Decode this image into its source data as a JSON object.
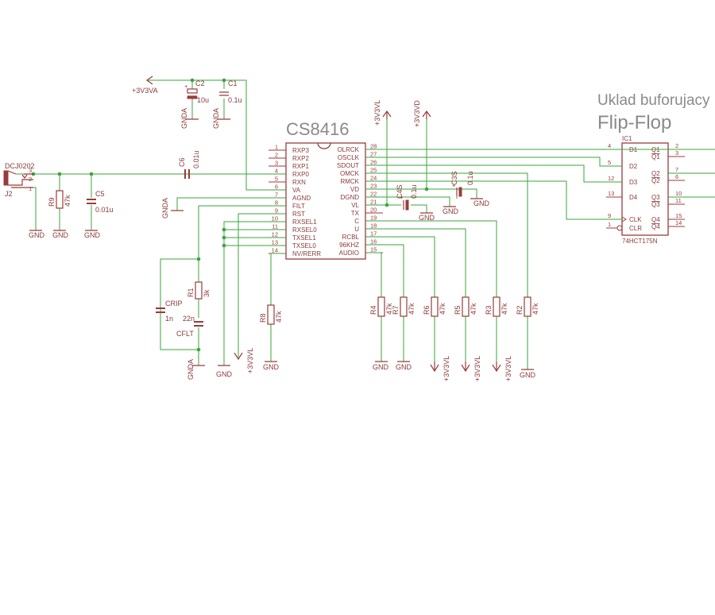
{
  "titles": {
    "line1": "Uklad buforujacy",
    "line2": "Flip-Flop"
  },
  "main_ic": {
    "name": "CS8416",
    "left_pins": [
      {
        "num": "1",
        "name": "RXP3"
      },
      {
        "num": "2",
        "name": "RXP2"
      },
      {
        "num": "3",
        "name": "RXP1"
      },
      {
        "num": "4",
        "name": "RXP0"
      },
      {
        "num": "5",
        "name": "RXN"
      },
      {
        "num": "6",
        "name": "VA"
      },
      {
        "num": "7",
        "name": "AGND"
      },
      {
        "num": "8",
        "name": "FILT"
      },
      {
        "num": "9",
        "name": "RST"
      },
      {
        "num": "10",
        "name": "RXSEL1"
      },
      {
        "num": "11",
        "name": "RXSEL0"
      },
      {
        "num": "12",
        "name": "TXSEL1"
      },
      {
        "num": "13",
        "name": "TXSEL0"
      },
      {
        "num": "14",
        "name": "NV/RERR"
      }
    ],
    "right_pins": [
      {
        "num": "28",
        "name": "OLRCK"
      },
      {
        "num": "27",
        "name": "OSCLK"
      },
      {
        "num": "26",
        "name": "SDOUT"
      },
      {
        "num": "25",
        "name": "OMCK"
      },
      {
        "num": "24",
        "name": "RMCK"
      },
      {
        "num": "23",
        "name": "VD"
      },
      {
        "num": "22",
        "name": "DGND"
      },
      {
        "num": "21",
        "name": "VL"
      },
      {
        "num": "20",
        "name": "TX"
      },
      {
        "num": "19",
        "name": "C"
      },
      {
        "num": "18",
        "name": "U"
      },
      {
        "num": "17",
        "name": "RCBL"
      },
      {
        "num": "16",
        "name": "96KHZ"
      },
      {
        "num": "15",
        "name": "AUDIO"
      }
    ]
  },
  "ff_ic": {
    "ref": "IC1",
    "part": "74HCT175N",
    "left_pins": [
      {
        "num": "4",
        "name": "D1"
      },
      {
        "num": "5",
        "name": "D2"
      },
      {
        "num": "12",
        "name": "D3"
      },
      {
        "num": "13",
        "name": "D4"
      },
      {
        "num": "9",
        "name": "CLK"
      },
      {
        "num": "1",
        "name": "CLR"
      }
    ],
    "right_pins": [
      {
        "num": "2",
        "name": "Q1"
      },
      {
        "num": "3",
        "name": "Q1"
      },
      {
        "num": "7",
        "name": "Q2"
      },
      {
        "num": "6",
        "name": "Q2"
      },
      {
        "num": "10",
        "name": "Q3"
      },
      {
        "num": "11",
        "name": "Q3"
      },
      {
        "num": "15",
        "name": "Q4"
      },
      {
        "num": "14",
        "name": "Q4"
      }
    ]
  },
  "connector": {
    "ref": "J2",
    "part": "DCJ0202",
    "pins": [
      "3",
      "2",
      "1"
    ]
  },
  "caps": {
    "C1": {
      "name": "C1",
      "value": "0.1u"
    },
    "C2": {
      "name": "C2",
      "value": "10u"
    },
    "C5": {
      "name": "C5",
      "value": "0.01u"
    },
    "C6": {
      "name": "C6",
      "value": "0.01u"
    },
    "C4S": {
      "name": "C4S",
      "value": "0.1u"
    },
    "C3S": {
      "name": "C3S",
      "value": "0.1u"
    },
    "CRIP": {
      "name": "CRIP",
      "value": "1n"
    },
    "CFLT": {
      "name": "CFLT",
      "value": "22n"
    }
  },
  "resistors": {
    "R1": {
      "name": "R1",
      "value": "3k"
    },
    "R2": {
      "name": "R2",
      "value": "47k"
    },
    "R3": {
      "name": "R3",
      "value": "47k"
    },
    "R4": {
      "name": "R4",
      "value": "47k"
    },
    "R5": {
      "name": "R5",
      "value": "47k"
    },
    "R6": {
      "name": "R6",
      "value": "47k"
    },
    "R7": {
      "name": "R7",
      "value": "47k"
    },
    "R8": {
      "name": "R8",
      "value": "47k"
    },
    "R9": {
      "name": "R9",
      "value": "47k"
    }
  },
  "supplies": {
    "v3va": "+3V3VA",
    "v3vl": "+3V3VL",
    "v3vd": "+3V3VD",
    "gnd": "GND",
    "gnda": "GNDA"
  }
}
